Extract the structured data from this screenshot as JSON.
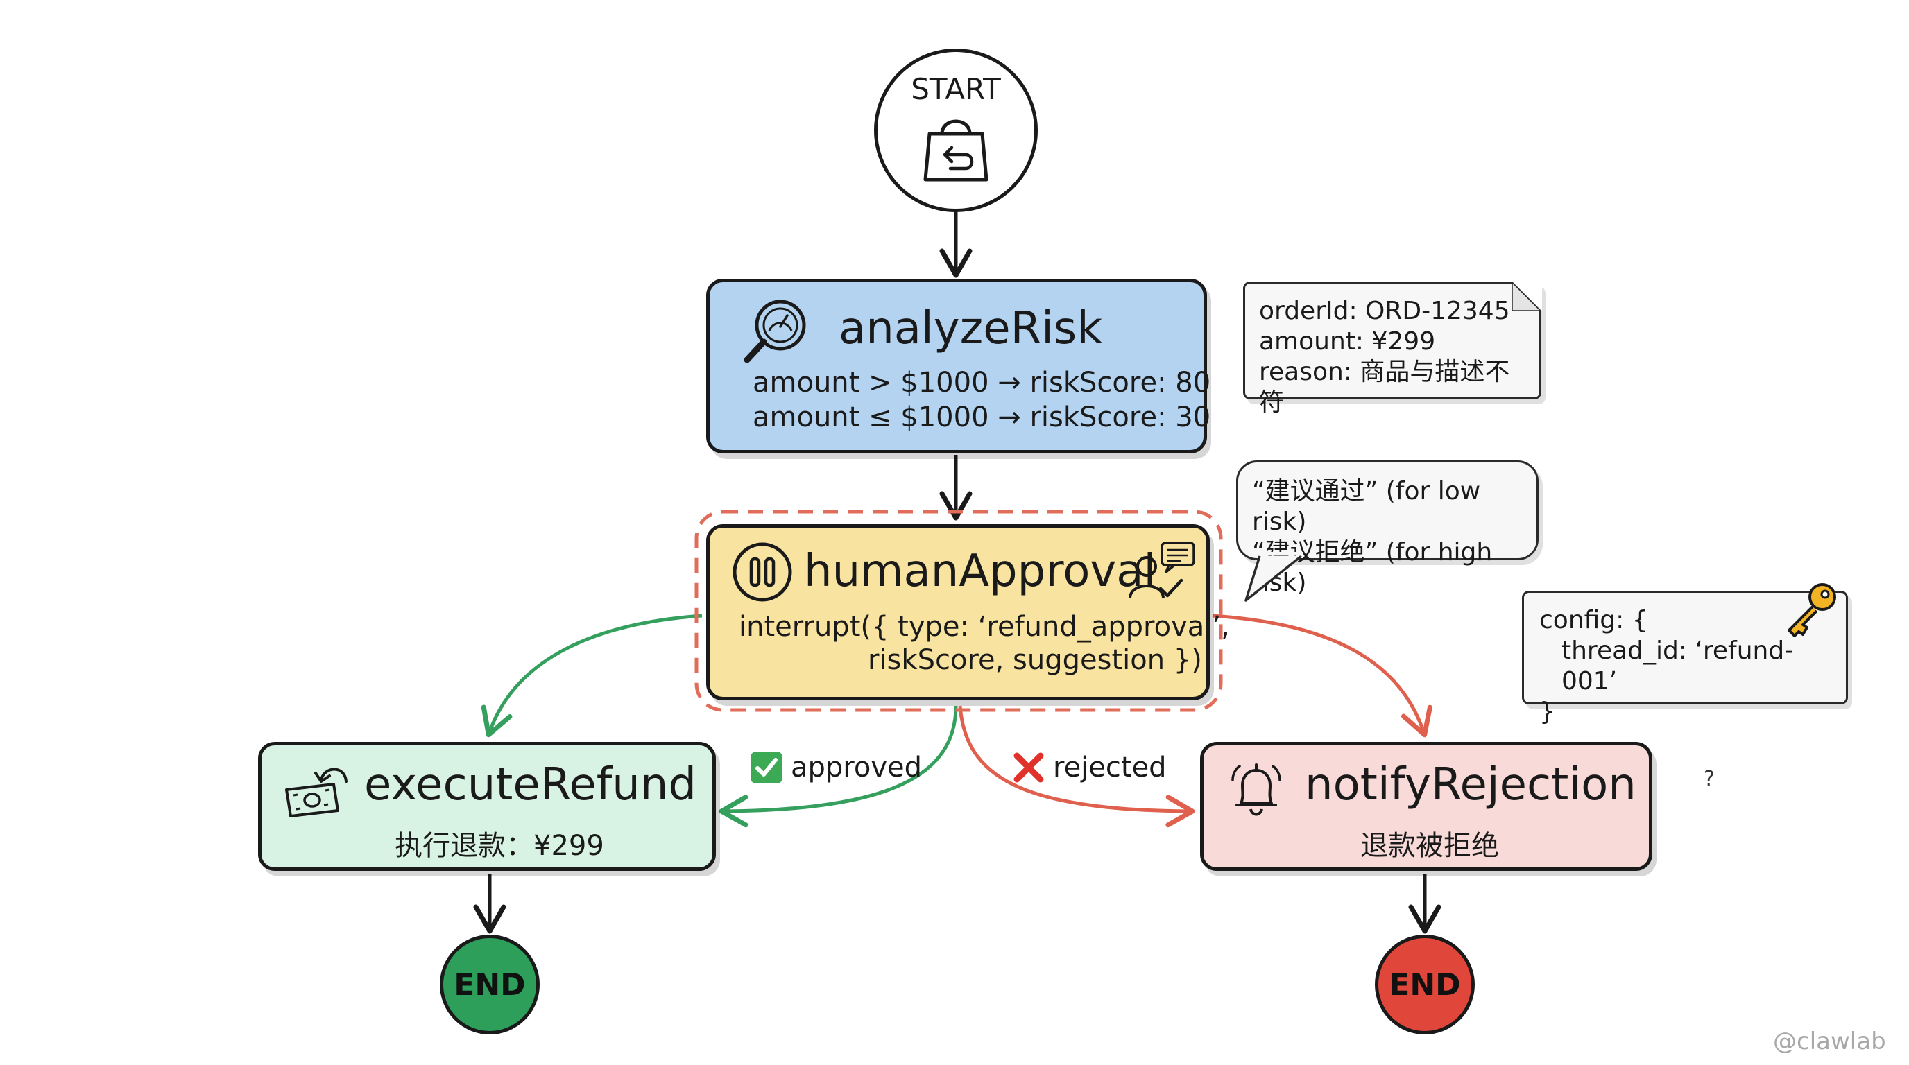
{
  "start": {
    "label": "START",
    "icon": "shopping-bag-return-icon"
  },
  "analyze": {
    "title": "analyzeRisk",
    "icon": "magnifier-gauge-icon",
    "lines": [
      "amount > $1000 → riskScore: 80",
      "amount ≤ $1000 → riskScore: 30"
    ],
    "color": "#b3d3f0"
  },
  "human": {
    "title": "humanApproval",
    "icon": "pause-icon",
    "icon_right": "person-chat-check-icon",
    "lines": [
      "interrupt({ type: ‘refund_approval’,",
      "riskScore, suggestion })"
    ],
    "color": "#f8e3a0",
    "dash_color": "#e06c5a"
  },
  "execute": {
    "title": "executeRefund",
    "icon": "money-refund-icon",
    "line": "执行退款：¥299",
    "color": "#d8f2e4"
  },
  "notify": {
    "title": "notifyRejection",
    "icon": "bell-icon",
    "line": "退款被拒绝",
    "color": "#f8dbd8"
  },
  "end_left": {
    "label": "END",
    "color": "#2e9e5b"
  },
  "end_right": {
    "label": "END",
    "color": "#e0463a"
  },
  "edges": {
    "approved_label": "approved",
    "approved_icon": "check-mark-icon",
    "rejected_label": "rejected",
    "rejected_icon": "cross-mark-icon",
    "green": "#35a05e",
    "red": "#e0604e"
  },
  "notes": {
    "order": [
      "orderId: ORD-12345",
      "amount: ¥299",
      "reason: 商品与描述不符"
    ],
    "suggestion": [
      "“建议通过” (for low risk)",
      "“建议拒绝” (for high risk)"
    ],
    "config": [
      "config: {",
      "thread_id: ‘refund-001’",
      "}"
    ],
    "config_icon": "key-icon"
  },
  "stray_mark": "?",
  "watermark": "@clawlab"
}
